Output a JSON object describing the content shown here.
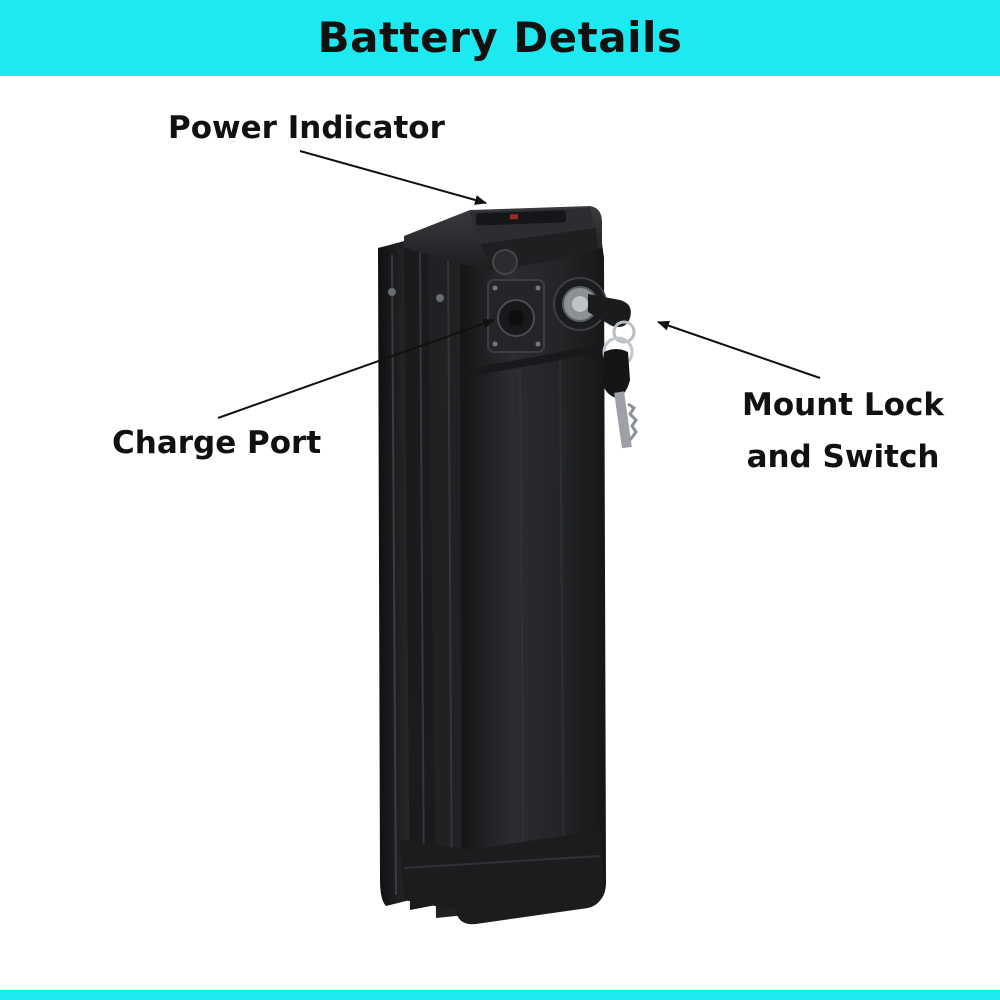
{
  "header": {
    "title": "Battery Details"
  },
  "callouts": {
    "power_indicator": "Power Indicator",
    "charge_port": "Charge Port",
    "mount_lock_line1": "Mount Lock",
    "mount_lock_line2": "and Switch"
  },
  "colors": {
    "accent": "#1de9f0",
    "battery_body": "#1f2022",
    "text": "#111111",
    "background": "#ffffff"
  },
  "icons": {
    "power_indicator": "power-indicator-icon",
    "charge_port": "charge-port-icon",
    "lock": "keyhole-lock-icon",
    "keys": "key-icon"
  }
}
